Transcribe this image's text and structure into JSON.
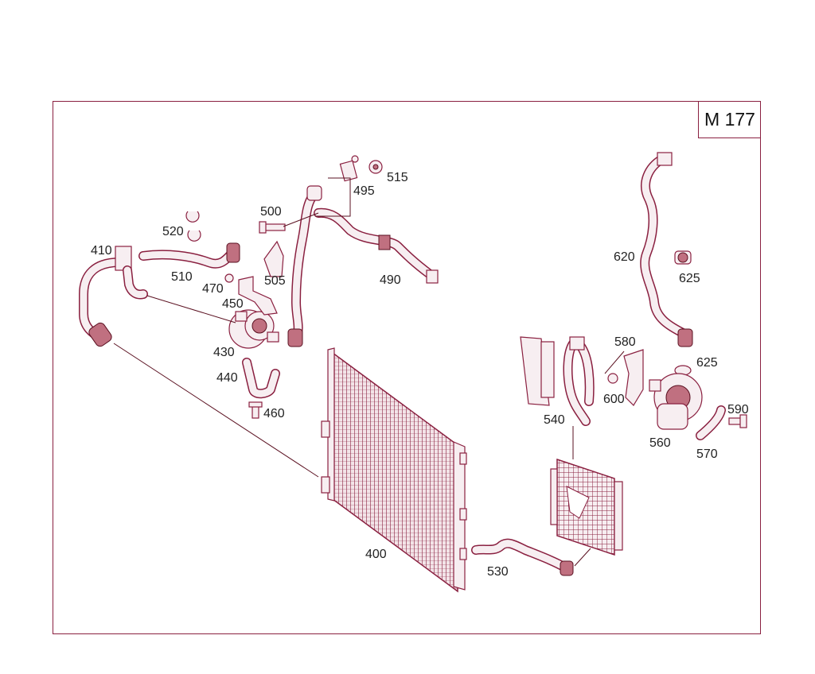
{
  "model": "M 177",
  "callouts": [
    {
      "id": "400",
      "label": "400"
    },
    {
      "id": "410",
      "label": "410"
    },
    {
      "id": "430",
      "label": "430"
    },
    {
      "id": "440",
      "label": "440"
    },
    {
      "id": "450",
      "label": "450"
    },
    {
      "id": "460",
      "label": "460"
    },
    {
      "id": "470",
      "label": "470"
    },
    {
      "id": "490",
      "label": "490"
    },
    {
      "id": "495",
      "label": "495"
    },
    {
      "id": "500",
      "label": "500"
    },
    {
      "id": "505",
      "label": "505"
    },
    {
      "id": "510",
      "label": "510"
    },
    {
      "id": "515",
      "label": "515"
    },
    {
      "id": "520",
      "label": "520"
    },
    {
      "id": "530",
      "label": "530"
    },
    {
      "id": "540",
      "label": "540"
    },
    {
      "id": "560",
      "label": "560"
    },
    {
      "id": "570",
      "label": "570"
    },
    {
      "id": "580",
      "label": "580"
    },
    {
      "id": "590",
      "label": "590"
    },
    {
      "id": "600",
      "label": "600"
    },
    {
      "id": "620",
      "label": "620"
    },
    {
      "id": "625a",
      "label": "625"
    },
    {
      "id": "625b",
      "label": "625"
    }
  ],
  "colors": {
    "line": "#8a2040",
    "fill": "#f7eef1",
    "dark": "#5a1020"
  }
}
